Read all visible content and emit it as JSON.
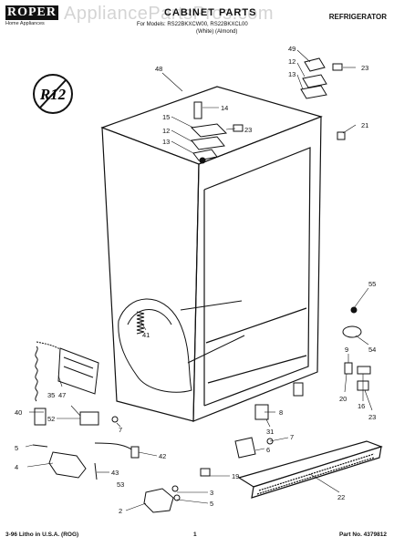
{
  "header": {
    "brand": "ROPER",
    "brand_sub": "Home Appliances",
    "watermark": "AppliancePartsPros.com",
    "title": "CABINET PARTS",
    "product": "REFRIGERATOR",
    "models": "For Models: RS22BKXCW00, RS22BKXCL00",
    "colors": "(White)        (Almond)"
  },
  "badge": "R12",
  "footer": {
    "left": "3-96 Litho in U.S.A. (ROG)",
    "center": "1",
    "right": "Part No. 4379812"
  },
  "callouts": [
    "48",
    "15",
    "14",
    "12",
    "23",
    "13",
    "49",
    "12",
    "13",
    "23",
    "21",
    "41",
    "35",
    "47",
    "52",
    "7",
    "8",
    "31",
    "6",
    "7",
    "40",
    "5",
    "42",
    "43",
    "4",
    "53",
    "2",
    "3",
    "5",
    "19",
    "22",
    "55",
    "54",
    "9",
    "20",
    "16",
    "23"
  ]
}
